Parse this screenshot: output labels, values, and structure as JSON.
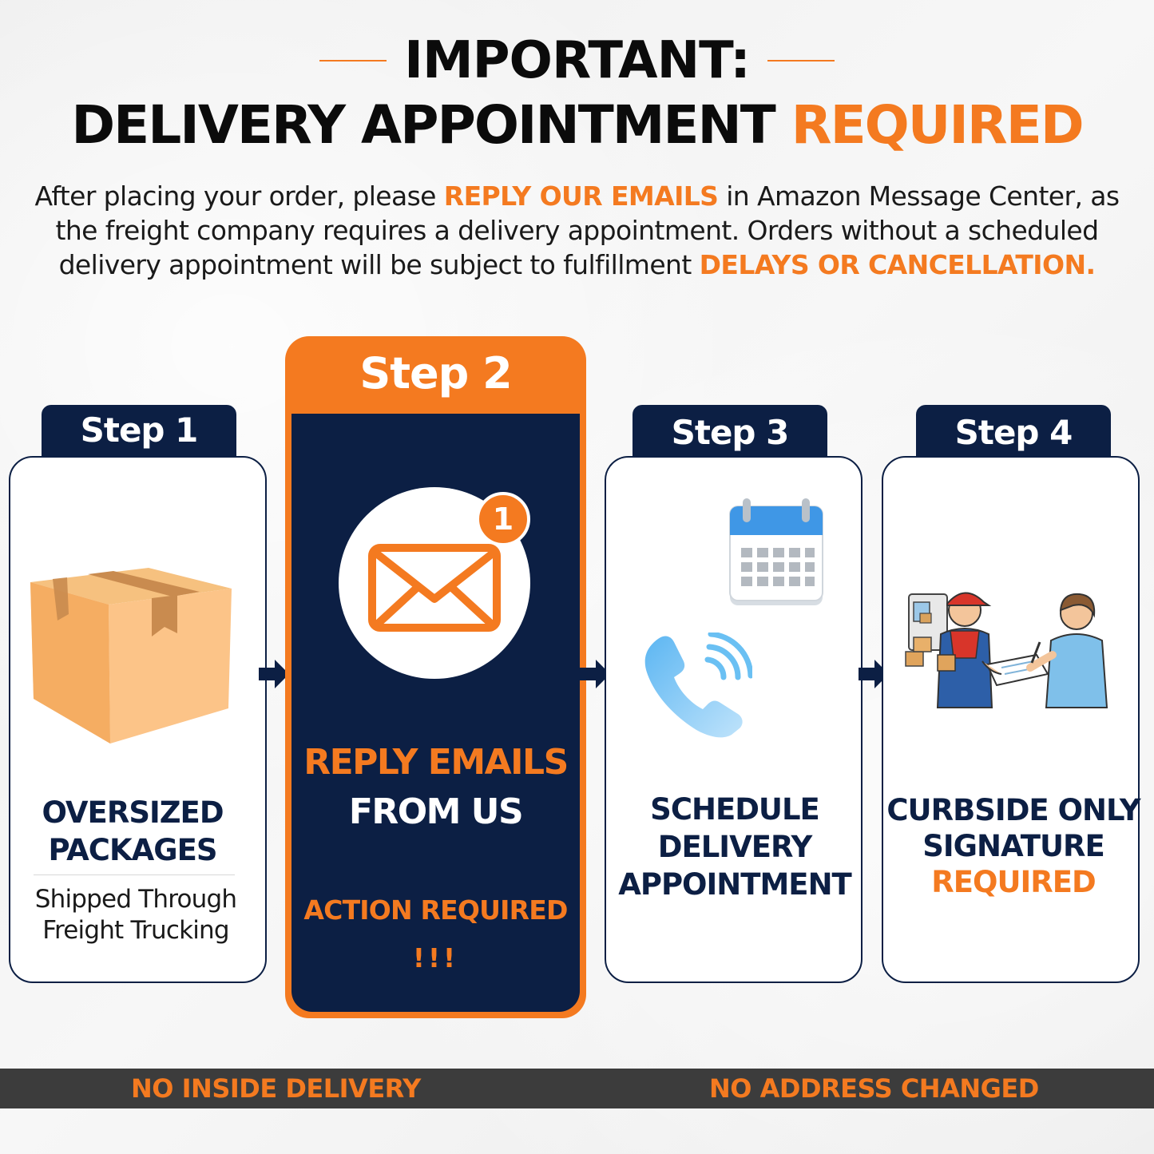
{
  "header": {
    "title_line1": "IMPORTANT:",
    "title_line2_main": "DELIVERY APPOINTMENT ",
    "title_line2_accent": "REQUIRED",
    "intro_part1": "After placing your order, please ",
    "intro_highlight1": "REPLY OUR EMAILS",
    "intro_part2": " in Amazon Message Center, as the freight company requires a delivery appointment. Orders without a scheduled delivery appointment will be subject to fulfillment ",
    "intro_highlight2": "DELAYS OR CANCELLATION."
  },
  "steps": [
    {
      "tab": "Step 1",
      "title_line1": "OVERSIZED",
      "title_line2": "PACKAGES",
      "subtitle_line1": "Shipped Through",
      "subtitle_line2": "Freight Trucking",
      "icon": "box-icon"
    },
    {
      "tab": "Step 2",
      "title_accent": "REPLY EMAILS",
      "title_line2": "FROM US",
      "action": "ACTION REQUIRED",
      "exclaim": "!!!",
      "badge": "1",
      "icon": "email-icon"
    },
    {
      "tab": "Step 3",
      "title_line1": "SCHEDULE",
      "title_line2": "DELIVERY",
      "title_line3": "APPOINTMENT",
      "icon": "calendar-phone-icon"
    },
    {
      "tab": "Step 4",
      "title_line1": "CURBSIDE ONLY",
      "title_line2": "SIGNATURE",
      "title_accent": "REQUIRED",
      "icon": "delivery-signature-icon"
    }
  ],
  "footer": {
    "left": "NO INSIDE DELIVERY",
    "right": "NO ADDRESS CHANGED"
  },
  "colors": {
    "accent": "#f47a20",
    "navy": "#0c1f44",
    "bar": "#3c3c3c"
  }
}
